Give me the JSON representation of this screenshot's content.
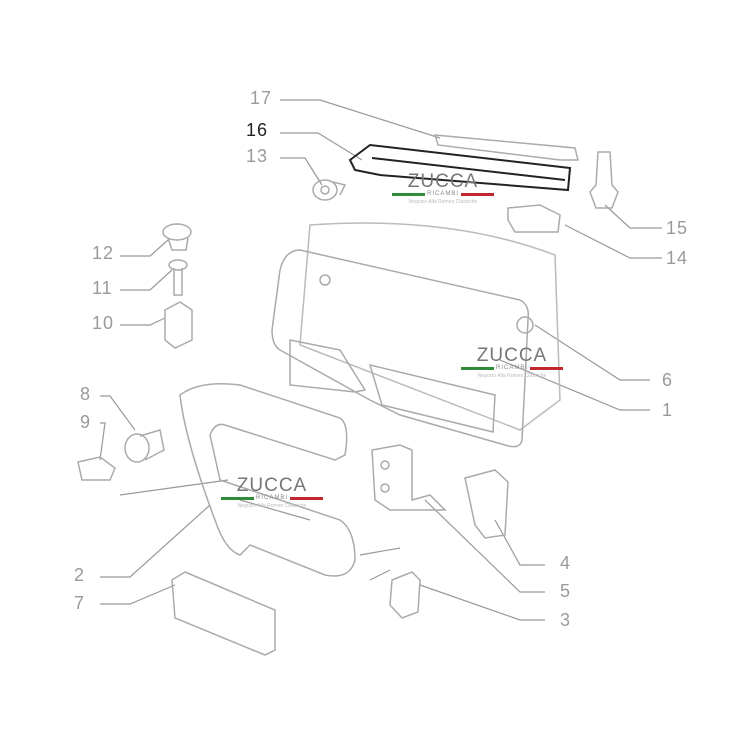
{
  "callouts": [
    {
      "num": "17"
    },
    {
      "num": "16",
      "active": true
    },
    {
      "num": "13"
    },
    {
      "num": "15"
    },
    {
      "num": "14"
    },
    {
      "num": "12"
    },
    {
      "num": "11"
    },
    {
      "num": "10"
    },
    {
      "num": "6"
    },
    {
      "num": "1"
    },
    {
      "num": "8"
    },
    {
      "num": "9"
    },
    {
      "num": "4"
    },
    {
      "num": "5"
    },
    {
      "num": "2"
    },
    {
      "num": "7"
    },
    {
      "num": "3"
    }
  ],
  "watermark": {
    "brand": "ZUCCA",
    "sub": "RICAMBI",
    "tagline": "Negozio Alfa Romeo Classiche"
  },
  "colors": {
    "green": "#2e8b3a",
    "red": "#c0282d",
    "line": "#aaaaaa"
  }
}
